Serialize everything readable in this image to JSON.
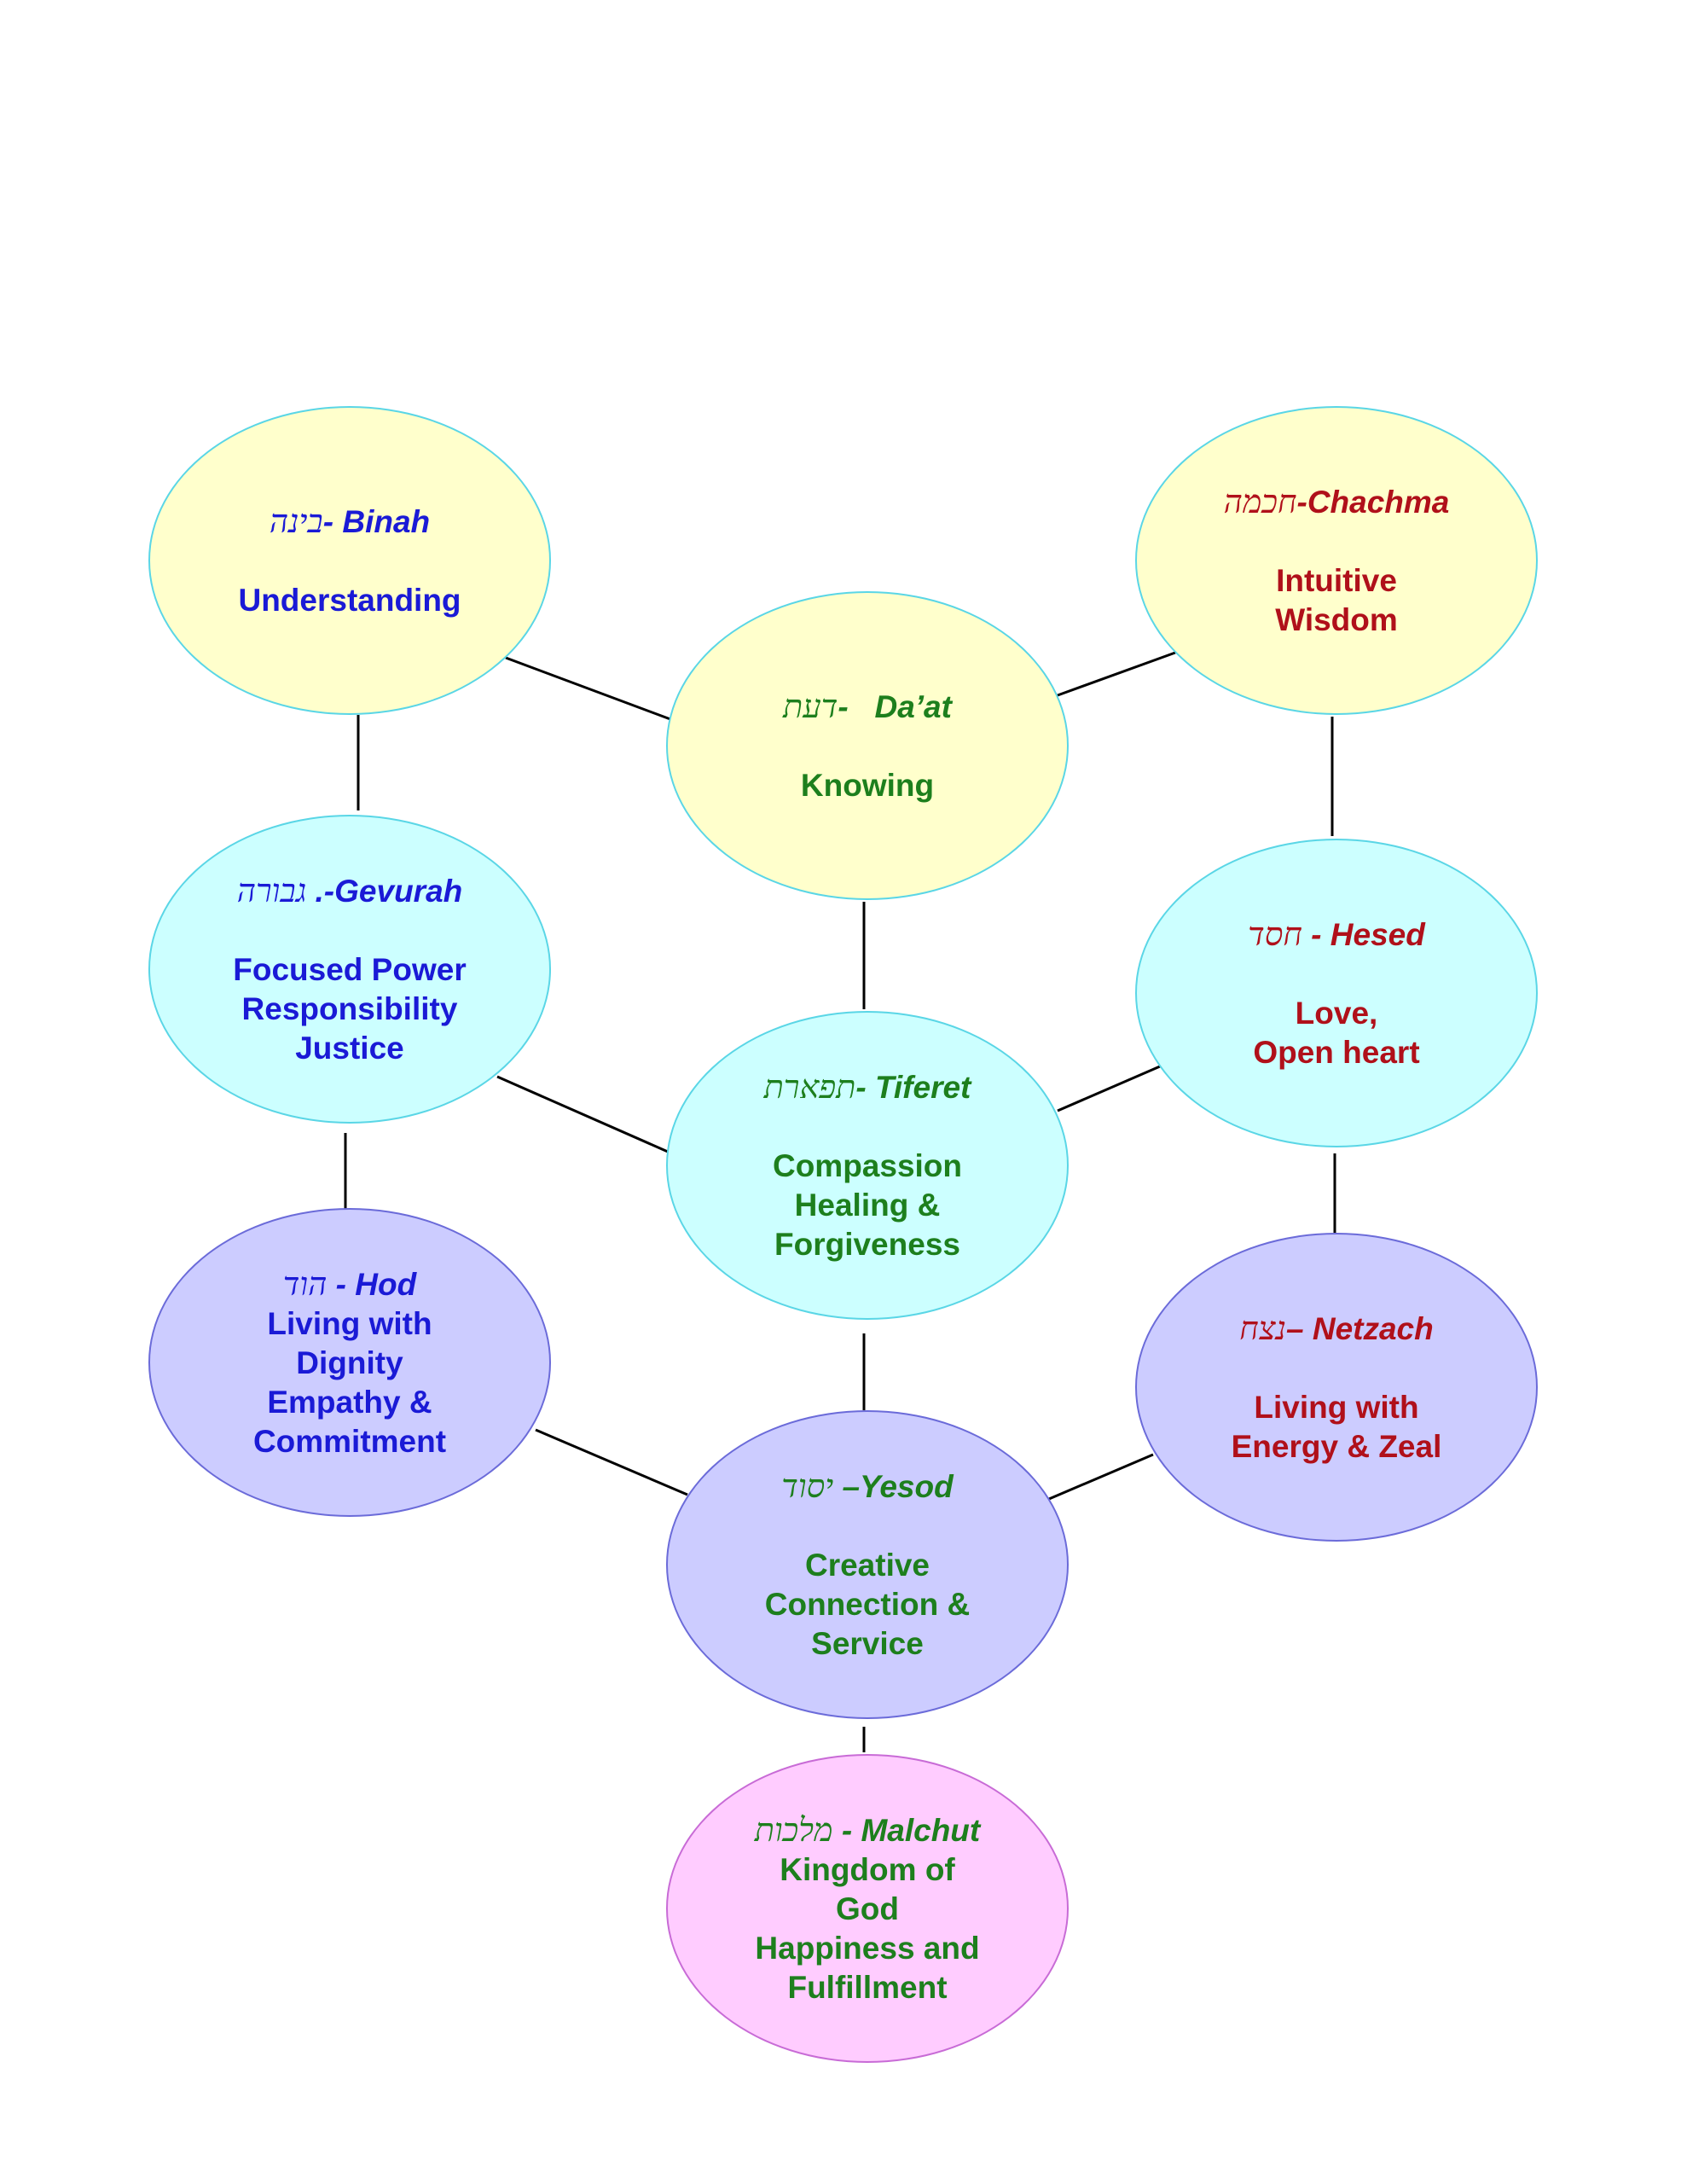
{
  "colors": {
    "blue_text": "#1a1ad6",
    "red_text": "#b0101a",
    "green_text": "#1d7f1d",
    "yellow_fill": "#ffffcc",
    "cyan_fill": "#ccffff",
    "lavender_fill": "#ccccff",
    "pink_fill": "#ffccff",
    "cyan_outline": "#5ad6e6",
    "lavender_outline": "#6b6bd9",
    "pink_outline": "#c86bd6",
    "connector": "#000000"
  },
  "sefirot": {
    "binah": {
      "hebrew": "בינה",
      "sep": "- ",
      "name": "Binah",
      "description": "Understanding"
    },
    "daat": {
      "hebrew": "דעת",
      "sep": "-   ",
      "name": "Da’at",
      "description": "Knowing"
    },
    "chachma": {
      "hebrew": "חכמה",
      "sep": "-",
      "name": "Chachma",
      "description": "Intuitive\nWisdom"
    },
    "gevurah": {
      "hebrew": "גבורה",
      "sep": " .-",
      "name": "Gevurah",
      "description": "Focused Power\nResponsibility\nJustice"
    },
    "hesed": {
      "hebrew": "חסד",
      "sep": " - ",
      "name": "Hesed",
      "description": "Love,\nOpen heart"
    },
    "tiferet": {
      "hebrew": "תפארת",
      "sep": "- ",
      "name": "Tiferet",
      "description": "Compassion\nHealing &\nForgiveness"
    },
    "hod": {
      "hebrew": "הוד",
      "sep": " - ",
      "name": "Hod",
      "description": "Living with\nDignity\nEmpathy &\nCommitment"
    },
    "netzach": {
      "hebrew": "נצח",
      "sep": "– ",
      "name": "Netzach",
      "description": "Living with\nEnergy & Zeal"
    },
    "yesod": {
      "hebrew": "יסוד",
      "sep": " –",
      "name": "Yesod",
      "description": "Creative\nConnection &\nService"
    },
    "malchut": {
      "hebrew": "מלכות",
      "sep": " - ",
      "name": "Malchut",
      "description": "Kingdom of\nGod\nHappiness and\nFulfillment"
    }
  },
  "connections": [
    [
      "binah",
      "gevurah"
    ],
    [
      "binah",
      "daat"
    ],
    [
      "chachma",
      "daat"
    ],
    [
      "chachma",
      "hesed"
    ],
    [
      "daat",
      "tiferet"
    ],
    [
      "gevurah",
      "tiferet"
    ],
    [
      "hesed",
      "tiferet"
    ],
    [
      "gevurah",
      "hod"
    ],
    [
      "hesed",
      "netzach"
    ],
    [
      "tiferet",
      "yesod"
    ],
    [
      "hod",
      "yesod"
    ],
    [
      "netzach",
      "yesod"
    ],
    [
      "yesod",
      "malchut"
    ]
  ]
}
